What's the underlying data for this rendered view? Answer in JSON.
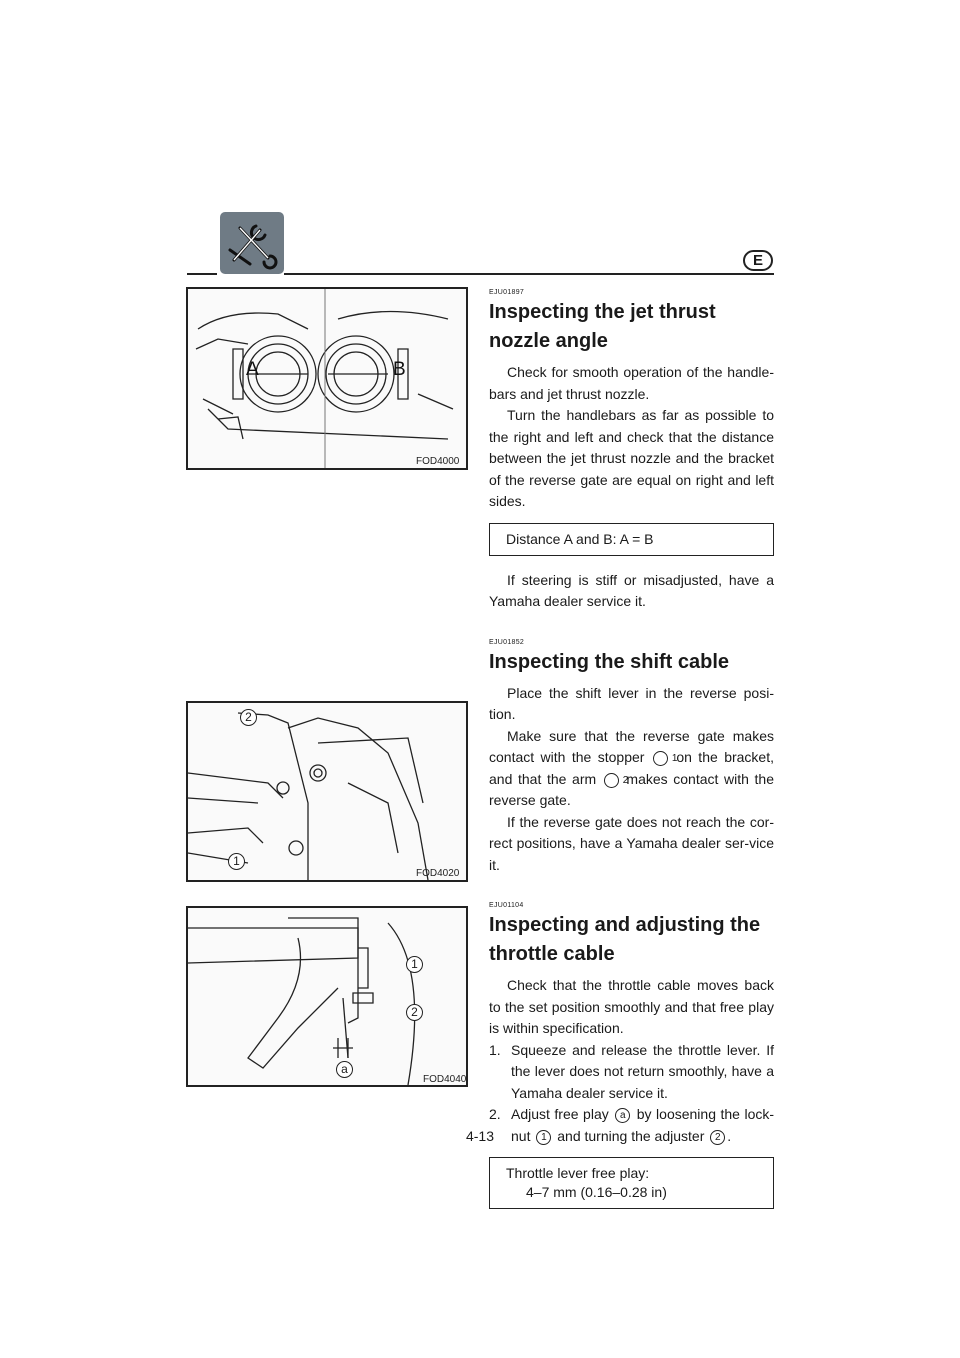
{
  "header": {
    "lang": "E",
    "icon": "tools-icon"
  },
  "figures": {
    "fig1": {
      "code": "FOD4000",
      "label_a": "A",
      "label_b": "B"
    },
    "fig2": {
      "code": "FOD4020",
      "callout_1": "1",
      "callout_2": "2"
    },
    "fig3": {
      "code": "FOD4040",
      "callout_1": "1",
      "callout_2": "2",
      "callout_a": "a"
    }
  },
  "sections": {
    "nozzle": {
      "code": "EJU01897",
      "title": "Inspecting the jet thrust nozzle angle",
      "p1": "Check for smooth operation of the handle-bars and jet thrust nozzle.",
      "p2": "Turn the handlebars as far as possible to the right and left and check that the distance between the jet thrust nozzle and the bracket of the reverse gate are equal on right and left sides.",
      "spec": "Distance A and B: A = B",
      "p3": "If steering is stiff or misadjusted, have a Yamaha dealer service it."
    },
    "shift": {
      "code": "EJU01852",
      "title": "Inspecting the shift cable",
      "p1": "Place the shift lever in the reverse posi-tion.",
      "p2_a": "Make sure that the reverse gate makes contact with the stopper",
      "p2_n1": "1",
      "p2_b": "on the bracket, and that the arm",
      "p2_n2": "2",
      "p2_c": "makes contact with the reverse gate.",
      "p3": "If the reverse gate does not reach the cor-rect positions, have a Yamaha dealer ser-vice it."
    },
    "throttle": {
      "code": "EJU01104",
      "title": "Inspecting and adjusting the throttle cable",
      "p1": "Check that the throttle cable moves back to the set position smoothly and that free play is within specification.",
      "step1_num": "1.",
      "step1": "Squeeze and release the throttle lever. If the lever does not return smoothly, have a Yamaha dealer service it.",
      "step2_num": "2.",
      "step2_a": "Adjust free play",
      "step2_na": "a",
      "step2_b": "by loosening the lock-nut",
      "step2_n1": "1",
      "step2_c": "and turning the adjuster",
      "step2_n2": "2",
      "step2_d": ".",
      "spec_label": "Throttle lever free play:",
      "spec_value": "4–7 mm (0.16–0.28 in)"
    }
  },
  "footer": {
    "page": "4-13"
  }
}
